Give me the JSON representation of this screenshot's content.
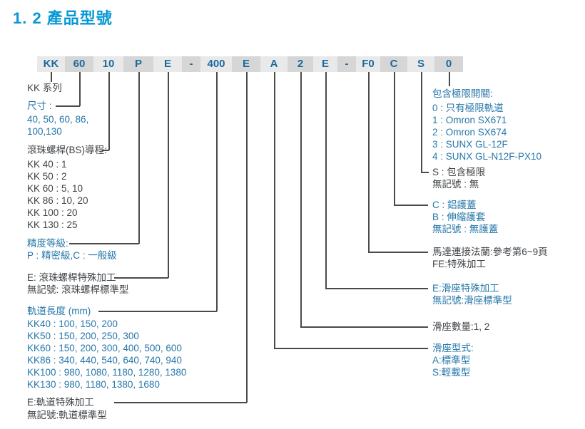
{
  "page": {
    "title": "1. 2 產品型號"
  },
  "colors": {
    "title_blue": "#0598d4",
    "annotation_blue": "#2677a9",
    "annotation_dark": "#3f4347",
    "box_text_blue": "#1a6a9e",
    "box_light_gray": "#e9e9e9",
    "box_dark_gray": "#d6d6d6",
    "connector_line": "#4a4a4a"
  },
  "model_code": {
    "segments": [
      "KK",
      "60",
      "10",
      "P",
      "E",
      "-",
      "400",
      "E",
      "A",
      "2",
      "E",
      "-",
      "F0",
      "C",
      "S",
      "0"
    ]
  },
  "left_annotations": {
    "series": {
      "label": "KK 系列"
    },
    "size": {
      "label": "尺寸 :",
      "lines": [
        "40, 50, 60, 86,",
        "100,130"
      ]
    },
    "lead": {
      "label": "滾珠螺桿(BS)導程:",
      "lines": [
        "KK 40 : 1",
        "KK 50 : 2",
        "KK 60 : 5, 10",
        "KK 86 : 10, 20",
        "KK 100 : 20",
        "KK 130 : 25"
      ]
    },
    "precision": {
      "label": "精度等級:",
      "lines": [
        "P : 精密級,C : 一般級"
      ]
    },
    "screw_machining": {
      "lines": [
        "E: 滾珠螺桿特殊加工",
        "無記號: 滾珠螺桿標準型"
      ]
    },
    "rail_length": {
      "label": "軌道長度 (mm)",
      "lines": [
        "KK40 : 100, 150, 200",
        "KK50 : 150, 200, 250, 300",
        "KK60 : 150, 200, 300,  400,  500, 600",
        "KK86 : 340, 440, 540, 640, 740, 940",
        "KK100 : 980, 1080, 1180, 1280, 1380",
        "KK130 : 980, 1180, 1380, 1680"
      ]
    },
    "rail_machining": {
      "lines": [
        "E:軌道特殊加工",
        "無記號:軌道標準型"
      ]
    }
  },
  "right_annotations": {
    "limit_switch": {
      "label": "包含極限開關:",
      "lines": [
        "0 : 只有極限軌道",
        "1 : Omron SX671",
        "2 : Omron SX674",
        "3 : SUNX GL-12F",
        "4 : SUNX GL-N12F-PX10"
      ]
    },
    "limit_included": {
      "lines": [
        "S : 包含極限",
        "無記號 : 無"
      ]
    },
    "cover": {
      "lines": [
        "C : 鋁護蓋",
        "B : 伸縮護套",
        "無記號 : 無護蓋"
      ]
    },
    "motor_flange": {
      "lines": [
        "馬達連接法蘭:參考第6~9頁",
        "FE:特殊加工"
      ]
    },
    "block_machining": {
      "lines": [
        "E:滑座特殊加工",
        "無記號:滑座標準型"
      ]
    },
    "block_count": {
      "lines": [
        "滑座數量:1, 2"
      ]
    },
    "block_type": {
      "label": "滑座型式:",
      "lines": [
        "A:標準型",
        "S:輕載型"
      ]
    }
  }
}
